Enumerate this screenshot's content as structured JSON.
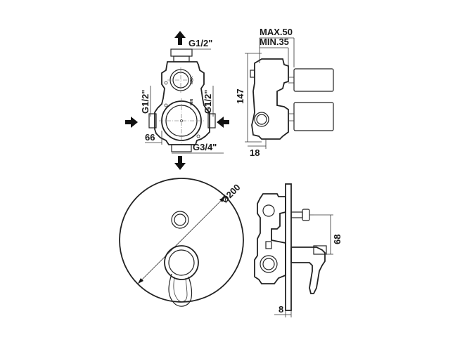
{
  "labels": {
    "top_thread": "G1/2\"",
    "left_thread": "G1/2\"",
    "right_thread": "G1/2\"",
    "bottom_thread": "G3/4\"",
    "dim_66": "66",
    "dim_max": "MAX.50",
    "dim_min": "MIN.35",
    "dim_147": "147",
    "dim_18": "18",
    "dim_diameter": "Ø200",
    "dim_68": "68",
    "dim_8": "8",
    "mark_max": "MAX",
    "mark_min": "MIN"
  },
  "colors": {
    "stroke": "#222222",
    "background": "#ffffff"
  }
}
